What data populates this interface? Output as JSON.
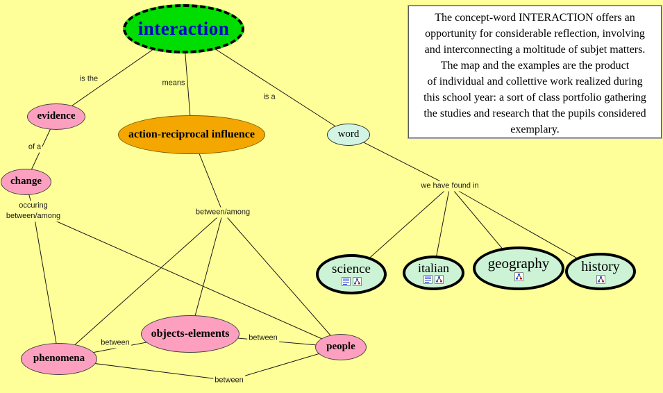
{
  "page": {
    "background": "#ffff99"
  },
  "info_box": {
    "lines": [
      "The concept-word INTERACTION offers an",
      "opportunity for considerable reflection, involving",
      "and interconnecting a moltitude of subjet matters.",
      "The map and the examples are the product",
      "of individual and collettive work realized during",
      "this school year: a sort of class portfolio gathering",
      "the studies and research that the pupils considered",
      "exemplary."
    ]
  },
  "nodes": {
    "interaction": {
      "label": "interaction",
      "fill": "#00dd00",
      "text_color": "#0000cc"
    },
    "evidence": {
      "label": "evidence",
      "fill": "#fda0c0"
    },
    "action_reciprocal": {
      "label": "action-reciprocal influence",
      "fill": "#f4a700"
    },
    "word": {
      "label": "word",
      "fill": "#d2f5e3"
    },
    "change": {
      "label": "change",
      "fill": "#fda0c0"
    },
    "science": {
      "label": "science",
      "fill": "#cdf3d6"
    },
    "italian": {
      "label": "italian",
      "fill": "#cdf3d6"
    },
    "geography": {
      "label": "geography",
      "fill": "#cdf3d6"
    },
    "history": {
      "label": "history",
      "fill": "#cdf3d6"
    },
    "objects_elements": {
      "label": "objects-elements",
      "fill": "#fda0c0"
    },
    "people": {
      "label": "people",
      "fill": "#fda0c0"
    },
    "phenomena": {
      "label": "phenomena",
      "fill": "#fda0c0"
    }
  },
  "edge_labels": {
    "is_the": "is the",
    "means": "means",
    "is_a": "is a",
    "of_a": "of a",
    "occuring": [
      "occuring",
      "between/among"
    ],
    "between_among": "between/among",
    "we_have_found_in": "we have found in",
    "between_left": "between",
    "between_right": "between",
    "between_bottom": "between"
  },
  "icons": {
    "document": "document-resource-icon",
    "concept_map": "concept-map-resource-icon"
  }
}
